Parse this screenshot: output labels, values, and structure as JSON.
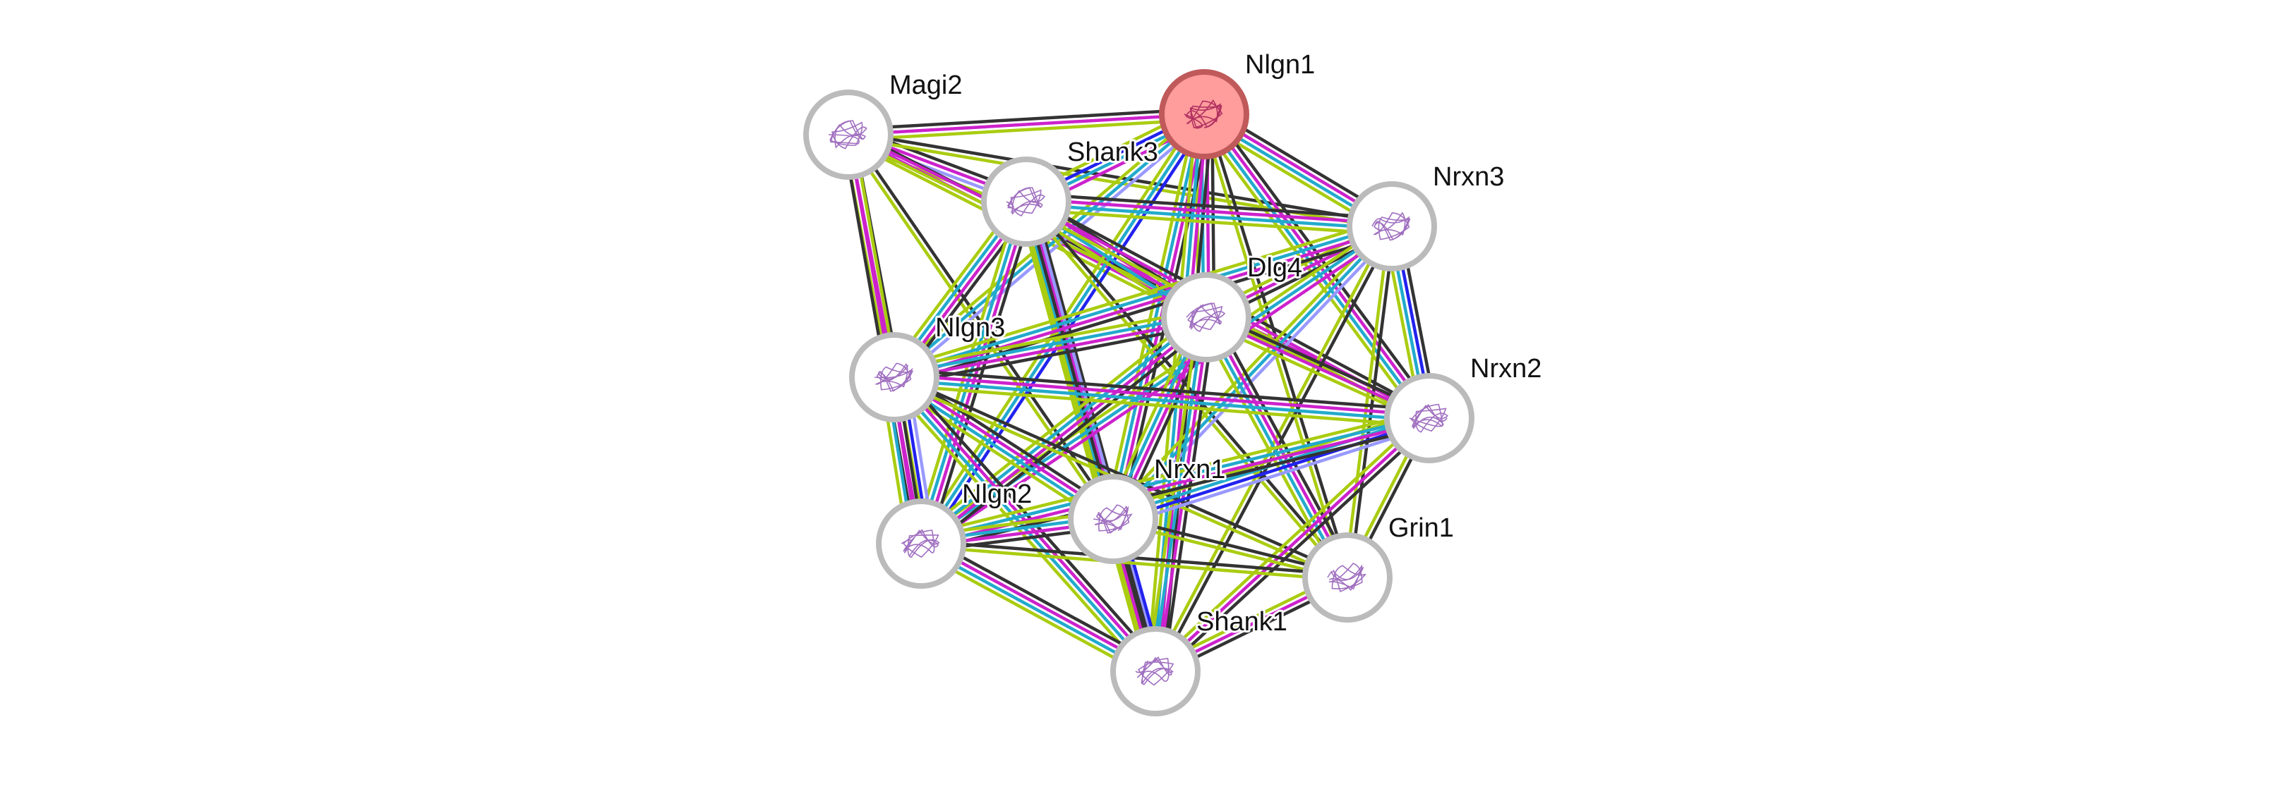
{
  "colors": {
    "coexpression": "#333333",
    "experiments": "#cc22cc",
    "database": "#22aacc",
    "textmining": "#aacc11",
    "cooccurrence": "#2222ee",
    "homology": "#9999ff",
    "query_fill": "#ff9c9c",
    "query_stroke": "#c05a5a",
    "node_fill": "#ffffff",
    "node_stroke": "#bbbbbb",
    "structure": "#a070c0"
  },
  "nodes": [
    {
      "id": "Magi2",
      "label": "Magi2",
      "query": false
    },
    {
      "id": "Nlgn1",
      "label": "Nlgn1",
      "query": true
    },
    {
      "id": "Shank3",
      "label": "Shank3",
      "query": false
    },
    {
      "id": "Nrxn3",
      "label": "Nrxn3",
      "query": false
    },
    {
      "id": "Dlg4",
      "label": "Dlg4",
      "query": false
    },
    {
      "id": "Nlgn3",
      "label": "Nlgn3",
      "query": false
    },
    {
      "id": "Nrxn2",
      "label": "Nrxn2",
      "query": false
    },
    {
      "id": "Nrxn1",
      "label": "Nrxn1",
      "query": false
    },
    {
      "id": "Nlgn2",
      "label": "Nlgn2",
      "query": false
    },
    {
      "id": "Grin1",
      "label": "Grin1",
      "query": false
    },
    {
      "id": "Shank1",
      "label": "Shank1",
      "query": false
    }
  ],
  "edges": [
    [
      "Magi2",
      "Nlgn1",
      [
        "coexpression",
        "experiments",
        "textmining"
      ]
    ],
    [
      "Magi2",
      "Shank3",
      [
        "coexpression",
        "experiments",
        "homology",
        "textmining"
      ]
    ],
    [
      "Magi2",
      "Nrxn3",
      [
        "coexpression",
        "textmining"
      ]
    ],
    [
      "Magi2",
      "Dlg4",
      [
        "coexpression",
        "experiments",
        "textmining"
      ]
    ],
    [
      "Magi2",
      "Nlgn3",
      [
        "coexpression",
        "experiments",
        "textmining"
      ]
    ],
    [
      "Magi2",
      "Nlgn2",
      [
        "textmining",
        "experiments",
        "coexpression"
      ]
    ],
    [
      "Magi2",
      "Nrxn1",
      [
        "coexpression",
        "textmining"
      ]
    ],
    [
      "Magi2",
      "Nrxn2",
      [
        "experiments",
        "textmining"
      ]
    ],
    [
      "Nlgn1",
      "Shank3",
      [
        "experiments",
        "database",
        "cooccurrence",
        "textmining"
      ]
    ],
    [
      "Nlgn1",
      "Nrxn3",
      [
        "coexpression",
        "experiments",
        "database",
        "textmining"
      ]
    ],
    [
      "Nlgn1",
      "Dlg4",
      [
        "coexpression",
        "experiments",
        "database",
        "textmining"
      ]
    ],
    [
      "Nlgn1",
      "Nlgn3",
      [
        "homology",
        "database",
        "textmining"
      ]
    ],
    [
      "Nlgn1",
      "Nrxn2",
      [
        "coexpression",
        "experiments",
        "database",
        "textmining"
      ]
    ],
    [
      "Nlgn1",
      "Nrxn1",
      [
        "coexpression",
        "experiments",
        "database",
        "textmining"
      ]
    ],
    [
      "Nlgn1",
      "Nlgn2",
      [
        "cooccurrence",
        "database",
        "textmining"
      ]
    ],
    [
      "Nlgn1",
      "Grin1",
      [
        "coexpression",
        "textmining"
      ]
    ],
    [
      "Nlgn1",
      "Shank1",
      [
        "coexpression",
        "experiments",
        "database",
        "textmining"
      ]
    ],
    [
      "Shank3",
      "Nrxn3",
      [
        "coexpression",
        "experiments",
        "database",
        "textmining"
      ]
    ],
    [
      "Shank3",
      "Dlg4",
      [
        "coexpression",
        "experiments",
        "database",
        "textmining"
      ]
    ],
    [
      "Shank3",
      "Nlgn3",
      [
        "coexpression",
        "experiments",
        "database",
        "textmining"
      ]
    ],
    [
      "Shank3",
      "Nrxn2",
      [
        "coexpression",
        "experiments",
        "textmining"
      ]
    ],
    [
      "Shank3",
      "Nrxn1",
      [
        "coexpression",
        "experiments",
        "database",
        "textmining"
      ]
    ],
    [
      "Shank3",
      "Nlgn2",
      [
        "coexpression",
        "experiments",
        "database",
        "textmining"
      ]
    ],
    [
      "Shank3",
      "Grin1",
      [
        "coexpression",
        "textmining"
      ]
    ],
    [
      "Shank3",
      "Shank1",
      [
        "homology",
        "coexpression",
        "textmining"
      ]
    ],
    [
      "Nrxn3",
      "Dlg4",
      [
        "coexpression",
        "experiments",
        "textmining"
      ]
    ],
    [
      "Nrxn3",
      "Nlgn3",
      [
        "coexpression",
        "experiments",
        "database",
        "textmining"
      ]
    ],
    [
      "Nrxn3",
      "Nrxn2",
      [
        "coexpression",
        "cooccurrence",
        "database",
        "textmining"
      ]
    ],
    [
      "Nrxn3",
      "Nrxn1",
      [
        "homology",
        "database",
        "textmining"
      ]
    ],
    [
      "Nrxn3",
      "Nlgn2",
      [
        "experiments",
        "database",
        "textmining"
      ]
    ],
    [
      "Nrxn3",
      "Grin1",
      [
        "coexpression",
        "textmining"
      ]
    ],
    [
      "Nrxn3",
      "Shank1",
      [
        "coexpression",
        "textmining"
      ]
    ],
    [
      "Dlg4",
      "Nlgn3",
      [
        "coexpression",
        "experiments",
        "database",
        "textmining"
      ]
    ],
    [
      "Dlg4",
      "Nrxn2",
      [
        "coexpression",
        "experiments",
        "textmining"
      ]
    ],
    [
      "Dlg4",
      "Nrxn1",
      [
        "coexpression",
        "experiments",
        "database",
        "textmining"
      ]
    ],
    [
      "Dlg4",
      "Nlgn2",
      [
        "coexpression",
        "experiments",
        "database",
        "textmining"
      ]
    ],
    [
      "Dlg4",
      "Grin1",
      [
        "coexpression",
        "experiments",
        "database",
        "textmining"
      ]
    ],
    [
      "Dlg4",
      "Shank1",
      [
        "coexpression",
        "experiments",
        "database",
        "textmining"
      ]
    ],
    [
      "Nlgn3",
      "Nrxn2",
      [
        "coexpression",
        "experiments",
        "database",
        "textmining"
      ]
    ],
    [
      "Nlgn3",
      "Nrxn1",
      [
        "coexpression",
        "experiments",
        "database",
        "textmining"
      ]
    ],
    [
      "Nlgn3",
      "Nlgn2",
      [
        "homology",
        "cooccurrence",
        "coexpression",
        "experiments",
        "database",
        "textmining"
      ]
    ],
    [
      "Nlgn3",
      "Grin1",
      [
        "coexpression",
        "textmining"
      ]
    ],
    [
      "Nlgn3",
      "Shank1",
      [
        "coexpression",
        "experiments",
        "database",
        "textmining"
      ]
    ],
    [
      "Nrxn2",
      "Nrxn1",
      [
        "homology",
        "cooccurrence",
        "database",
        "textmining"
      ]
    ],
    [
      "Nrxn2",
      "Nlgn2",
      [
        "coexpression",
        "experiments",
        "database",
        "textmining"
      ]
    ],
    [
      "Nrxn2",
      "Grin1",
      [
        "coexpression",
        "textmining"
      ]
    ],
    [
      "Nrxn2",
      "Shank1",
      [
        "coexpression",
        "experiments",
        "textmining"
      ]
    ],
    [
      "Nrxn1",
      "Nlgn2",
      [
        "coexpression",
        "experiments",
        "database",
        "textmining"
      ]
    ],
    [
      "Nrxn1",
      "Grin1",
      [
        "coexpression",
        "textmining"
      ]
    ],
    [
      "Nrxn1",
      "Shank1",
      [
        "cooccurrence",
        "coexpression",
        "experiments",
        "textmining"
      ]
    ],
    [
      "Nlgn2",
      "Grin1",
      [
        "coexpression",
        "textmining"
      ]
    ],
    [
      "Nlgn2",
      "Shank1",
      [
        "coexpression",
        "experiments",
        "database",
        "textmining"
      ]
    ],
    [
      "Grin1",
      "Shank1",
      [
        "coexpression",
        "experiments",
        "textmining"
      ]
    ]
  ]
}
